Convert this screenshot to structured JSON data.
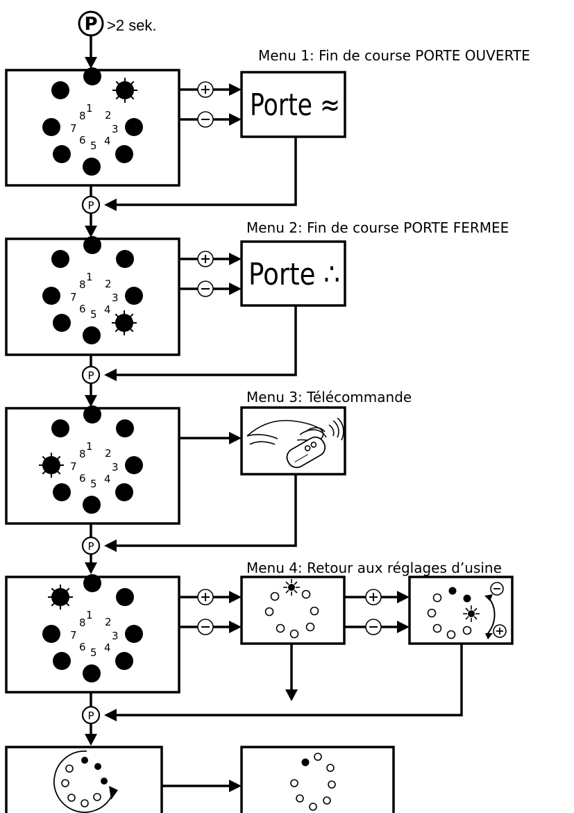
{
  "start": {
    "button_label": "P",
    "hold_text": ">2 sek."
  },
  "symbols": {
    "plus": "+",
    "minus": "−",
    "p": "P"
  },
  "led_numbers": [
    "1",
    "2",
    "3",
    "4",
    "5",
    "6",
    "7",
    "8"
  ],
  "menus": [
    {
      "title": "Menu 1: Fin de course PORTE OUVERTE",
      "display": "Porte ≈",
      "lit_led": 2
    },
    {
      "title": "Menu 2: Fin de course PORTE FERMEE",
      "display": "Porte ∴",
      "lit_led": 4
    },
    {
      "title": "Menu 3: Télécommande",
      "display": "",
      "lit_led": 7
    },
    {
      "title": "Menu 4: Retour aux réglages d’usine",
      "display": "",
      "lit_led": 8
    }
  ]
}
